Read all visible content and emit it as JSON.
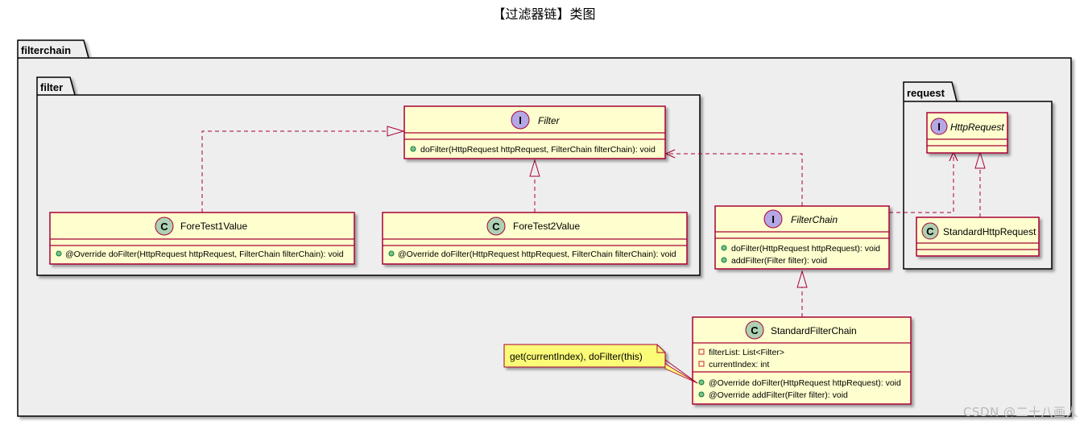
{
  "title": "【过滤器链】类图",
  "packages": {
    "filterchain": "filterchain",
    "filter": "filter",
    "request": "request"
  },
  "classes": {
    "Filter": {
      "kind": "I",
      "name": "Filter",
      "methods": [
        "doFilter(HttpRequest httpRequest, FilterChain filterChain): void"
      ]
    },
    "ForeTest1Value": {
      "kind": "C",
      "name": "ForeTest1Value",
      "methods": [
        "@Override doFilter(HttpRequest httpRequest, FilterChain filterChain): void"
      ]
    },
    "ForeTest2Value": {
      "kind": "C",
      "name": "ForeTest2Value",
      "methods": [
        "@Override doFilter(HttpRequest httpRequest, FilterChain filterChain): void"
      ]
    },
    "FilterChain": {
      "kind": "I",
      "name": "FilterChain",
      "methods": [
        "doFilter(HttpRequest httpRequest): void",
        "addFilter(Filter filter): void"
      ]
    },
    "StandardFilterChain": {
      "kind": "C",
      "name": "StandardFilterChain",
      "fields": [
        "filterList: List<Filter>",
        "currentIndex: int"
      ],
      "methods": [
        "@Override doFilter(HttpRequest httpRequest): void",
        "@Override addFilter(Filter filter): void"
      ]
    },
    "HttpRequest": {
      "kind": "I",
      "name": "HttpRequest"
    },
    "StandardHttpRequest": {
      "kind": "C",
      "name": "StandardHttpRequest"
    }
  },
  "note": "get(currentIndex), doFilter(this)",
  "watermark": "CSDN @二十八画人",
  "colors": {
    "class_fill": "#FEFECE",
    "class_border": "#A80036",
    "package_fill": "#EEEEEE",
    "interface_badge": "#B4A7E5",
    "class_badge": "#ADD1B2",
    "note_fill": "#FBFB77"
  }
}
